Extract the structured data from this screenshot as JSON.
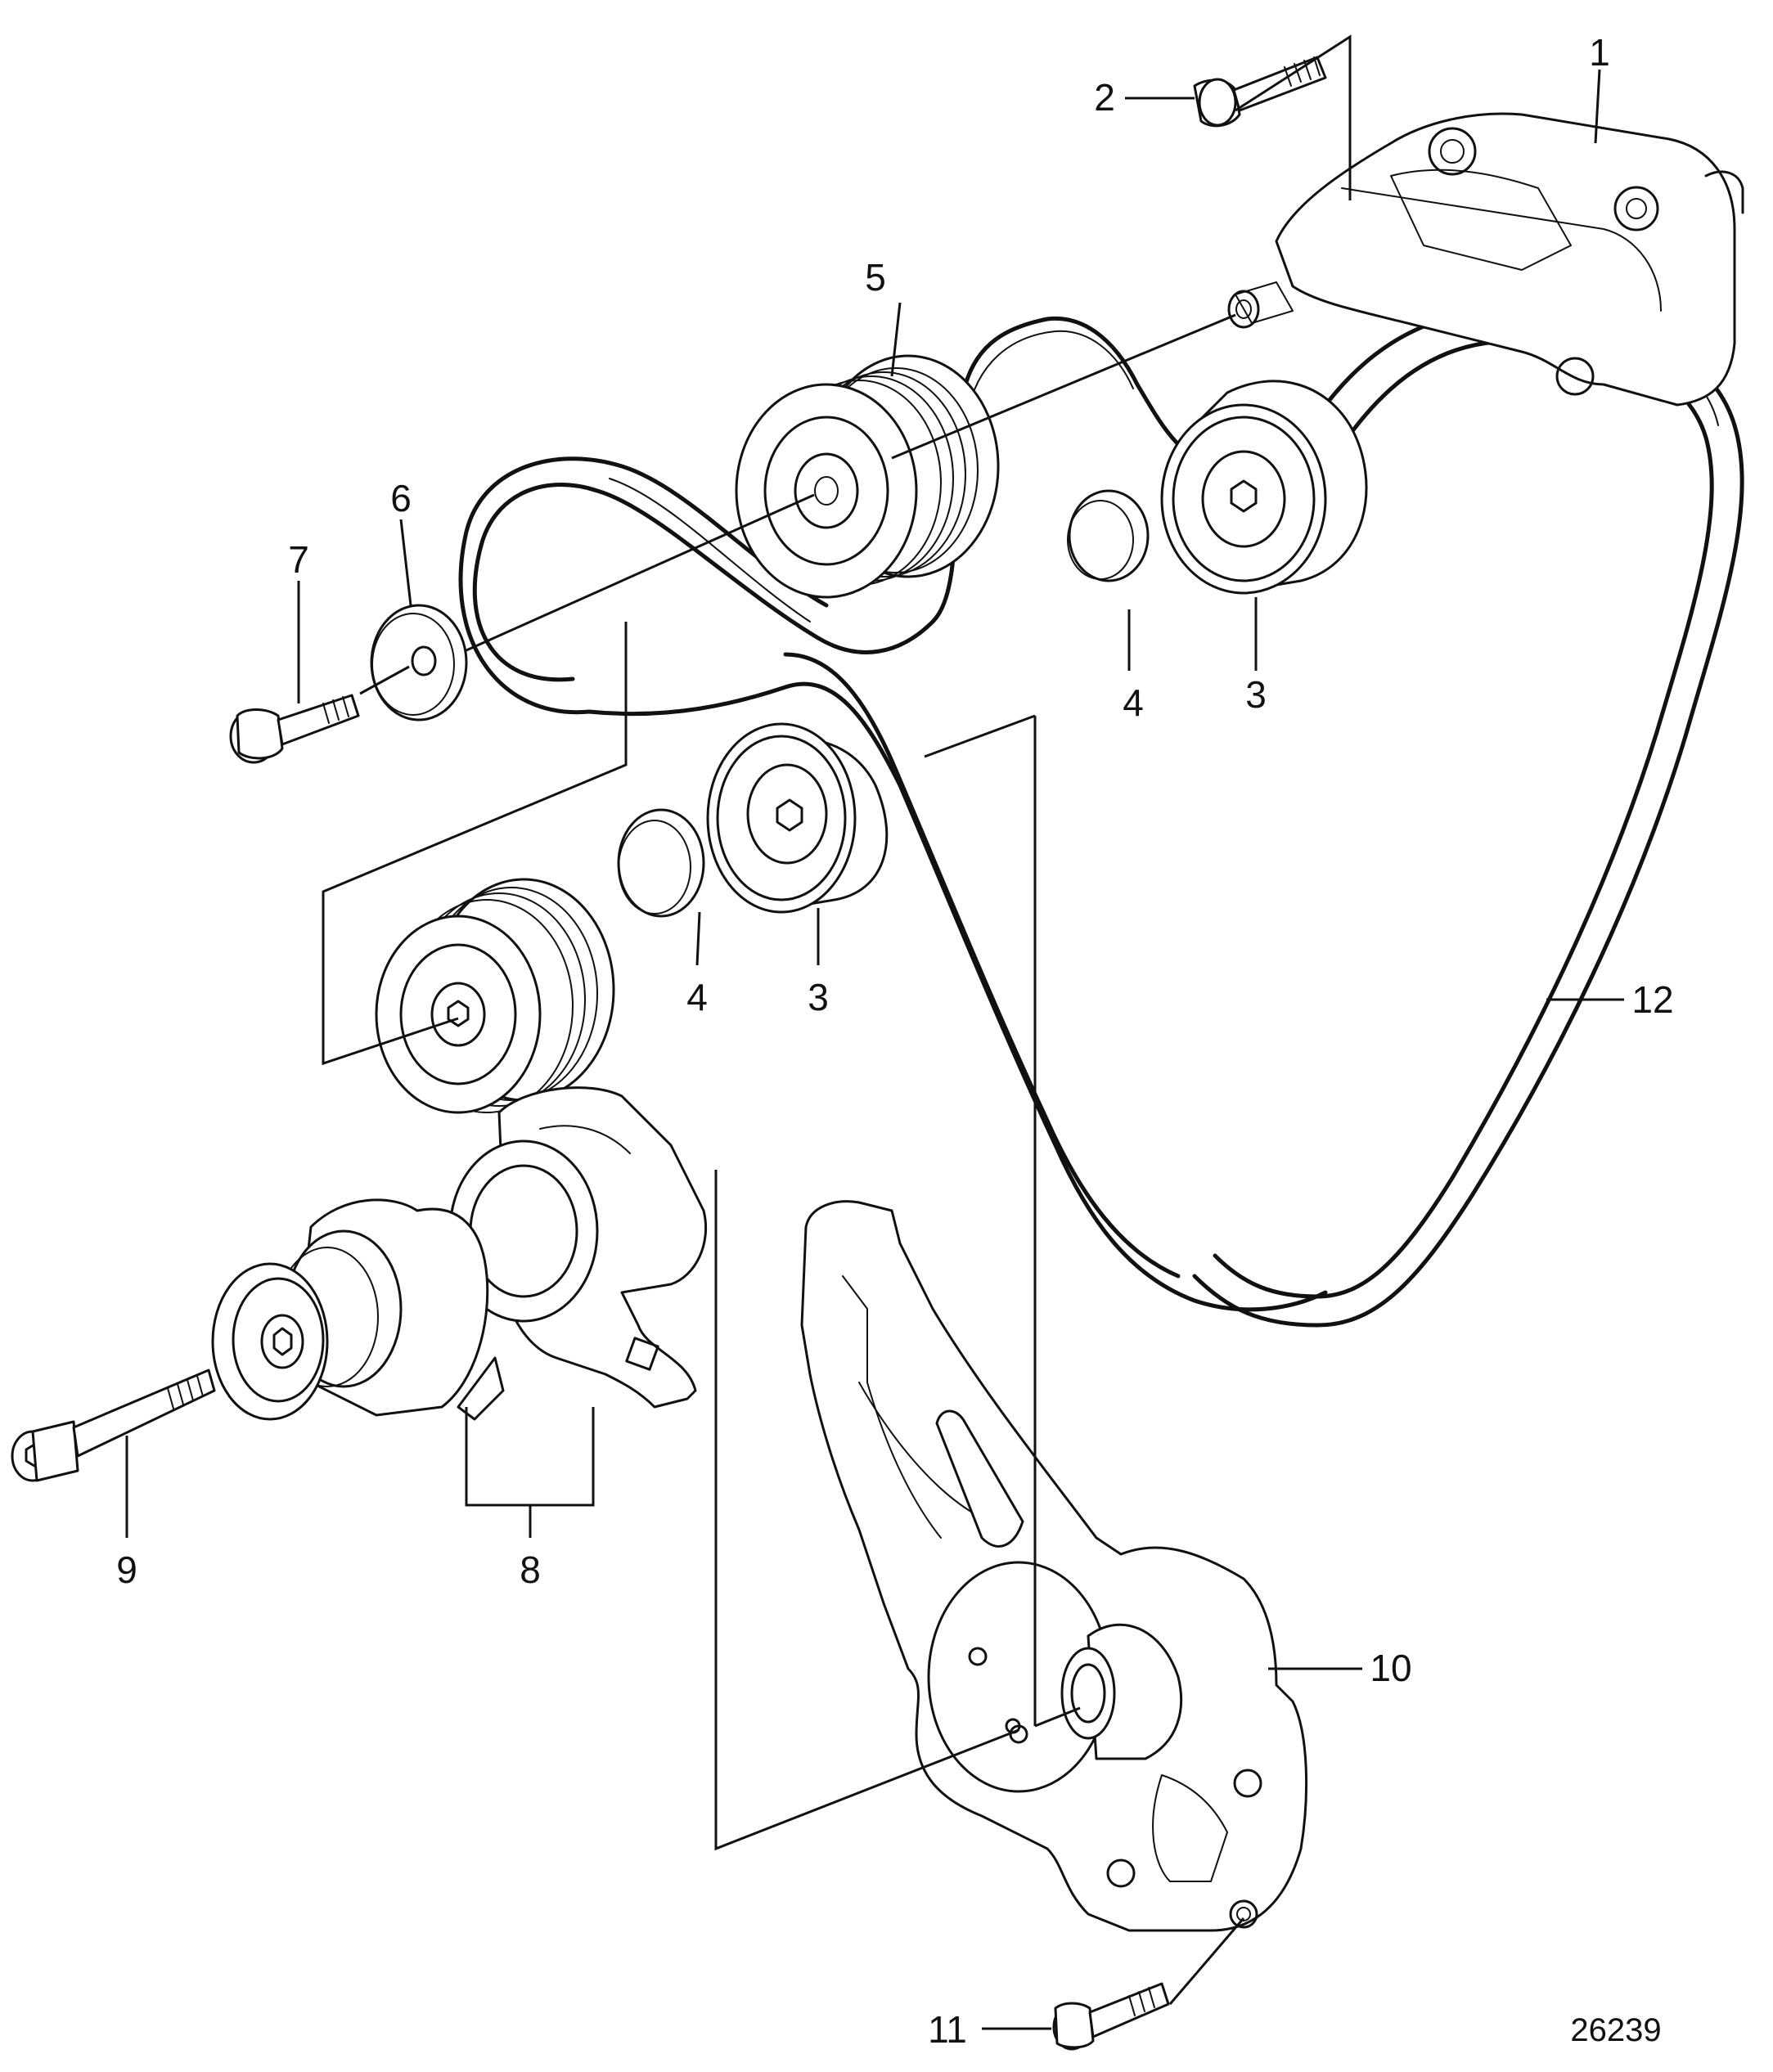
{
  "callouts": {
    "c1": "1",
    "c2": "2",
    "c3a": "3",
    "c3b": "3",
    "c4a": "4",
    "c4b": "4",
    "c5": "5",
    "c6": "6",
    "c7": "7",
    "c8": "8",
    "c9": "9",
    "c10": "10",
    "c11": "11",
    "c12": "12"
  },
  "figure_number": "26239"
}
